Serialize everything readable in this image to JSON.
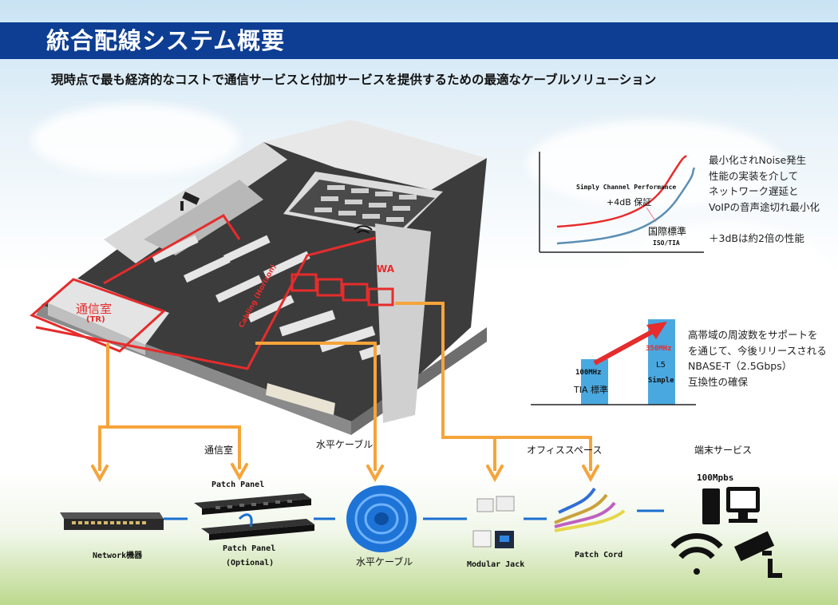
{
  "header": {
    "title": "統合配線システム概要",
    "subtitle": "現時点で最も経済的なコストで通信サービスと付加サービスを提供するための最適なケーブルソリューション"
  },
  "floorplan": {
    "room_label": "通信室",
    "room_sublabel": "(TR)",
    "cabling_label": "Cabling (Horizon)",
    "wa_label": "WA"
  },
  "performance_chart": {
    "curve_label_line1": "Simply Channel Performance",
    "curve_label_line2": "+4dB 保証",
    "standard_label": "国際標準",
    "standard_sublabel": "ISO/TIA",
    "notes": [
      "最小化されNoise発生",
      "性能の実装を介して",
      "ネットワーク遅延と",
      "VoIPの音声途切れ最小化",
      "＋3dBは約2倍の性能"
    ]
  },
  "bandwidth_chart": {
    "bar1_value": "100MHz",
    "bar1_label": "TIA 標準",
    "bar2_value": "350MHz",
    "bar2_label_line1": "L5",
    "bar2_label_line2": "Simple",
    "notes": [
      "高帯域の周波数をサポートを",
      "を通じて、今後リリースされる",
      "NBASE-T（2.5Gbps）",
      "互換性の確保"
    ]
  },
  "flow": {
    "label_tr": "通信室",
    "label_horizontal_top": "水平ケーブル",
    "label_office": "オフィススペース",
    "label_terminal": "端末サービス",
    "network_label": "Network機器",
    "patch_panel_label": "Patch Panel",
    "patch_panel_opt_label": "Patch Panel",
    "patch_panel_opt_sublabel": "(Optional)",
    "cable_label": "水平ケーブル",
    "jack_label": "Modular Jack",
    "cord_label": "Patch Cord",
    "speed_label": "100Mpbs"
  },
  "colors": {
    "title_bar": "#0d3e93",
    "arrow": "#f6a43a",
    "red": "#e62c2c",
    "bar": "#4aa8e0",
    "link": "#1a6fd1"
  }
}
